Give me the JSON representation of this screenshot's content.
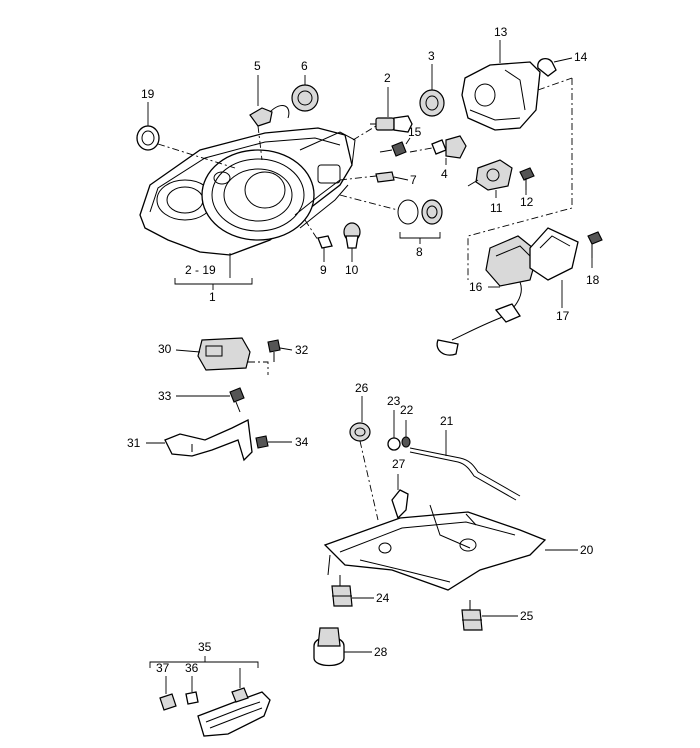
{
  "callouts": {
    "c1": "1",
    "c2_19": "2 - 19",
    "c2": "2",
    "c3": "3",
    "c4": "4",
    "c5": "5",
    "c6": "6",
    "c7": "7",
    "c8": "8",
    "c9": "9",
    "c10": "10",
    "c11": "11",
    "c12": "12",
    "c13": "13",
    "c14": "14",
    "c15": "15",
    "c16": "16",
    "c17": "17",
    "c18": "18",
    "c19": "19",
    "c20": "20",
    "c21": "21",
    "c22": "22",
    "c23": "23",
    "c24": "24",
    "c25": "25",
    "c26": "26",
    "c27": "27",
    "c28": "28",
    "c30": "30",
    "c31": "31",
    "c32": "32",
    "c33": "33",
    "c34": "34",
    "c35": "35",
    "c36": "36",
    "c37": "37"
  }
}
